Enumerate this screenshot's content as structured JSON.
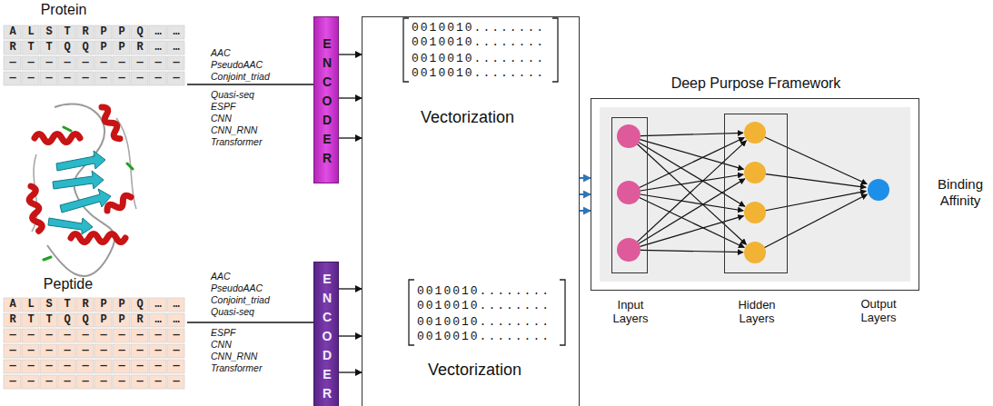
{
  "diagram": {
    "nodes": [
      {
        "text": [
          "Protein",
          "A L S T R P P Q … …",
          "R T T Q Q P P R … …",
          "— — — — — — — — — —",
          "— — — — — — — — — —"
        ]
      },
      {
        "text": [
          "Peptide",
          "A L S T R P P Q … …",
          "R T T Q Q P P R … …",
          "— — — — — — — — — —",
          "— — — — — — — — — —",
          "— — — — — — — — — —",
          "— — — — — — — — — —"
        ]
      },
      {
        "text": [
          "ENCODER"
        ]
      },
      {
        "text": [
          "ENCODER"
        ]
      },
      {
        "text": [
          "0010010........",
          "0010010........",
          "0010010........",
          "0010010........",
          "Vectorization",
          "0010010........",
          "0010010........",
          "0010010........",
          "0010010........",
          "Vectorization"
        ]
      },
      {
        "text": [
          "Deep Purpose Framework"
        ]
      },
      {
        "text": [
          "Input Layers"
        ],
        "in": 5
      },
      {
        "text": [
          "Hidden Layers"
        ],
        "in": 5
      },
      {
        "text": [
          "Output Layers"
        ],
        "in": 5
      }
    ],
    "edges": [
      {
        "from": 0,
        "to": 2,
        "arrow": "none"
      },
      {
        "from": 1,
        "to": 3,
        "arrow": "none"
      },
      {
        "from": 2,
        "to": 4,
        "arrow": "to"
      },
      {
        "from": 2,
        "to": 4,
        "arrow": "to"
      },
      {
        "from": 2,
        "to": 4,
        "arrow": "to"
      },
      {
        "from": 3,
        "to": 4,
        "arrow": "to"
      },
      {
        "from": 3,
        "to": 4,
        "arrow": "to"
      },
      {
        "from": 3,
        "to": 4,
        "arrow": "to"
      },
      {
        "from": 4,
        "to": 5,
        "arrow": "to"
      },
      {
        "from": 4,
        "to": 5,
        "arrow": "to"
      },
      {
        "from": 4,
        "to": 5,
        "arrow": "to"
      }
    ],
    "labels": [
      "AAC",
      "PseudoAAC",
      "Conjoint_triad",
      "Quasi-seq",
      "ESPF",
      "CNN",
      "CNN_RNN",
      "Transformer",
      "AAC",
      "PseudoAAC",
      "Conjoint_triad",
      "Quasi-seq",
      "ESPF",
      "CNN",
      "CNN_RNN",
      "Transformer",
      "Binding Affinity"
    ]
  }
}
